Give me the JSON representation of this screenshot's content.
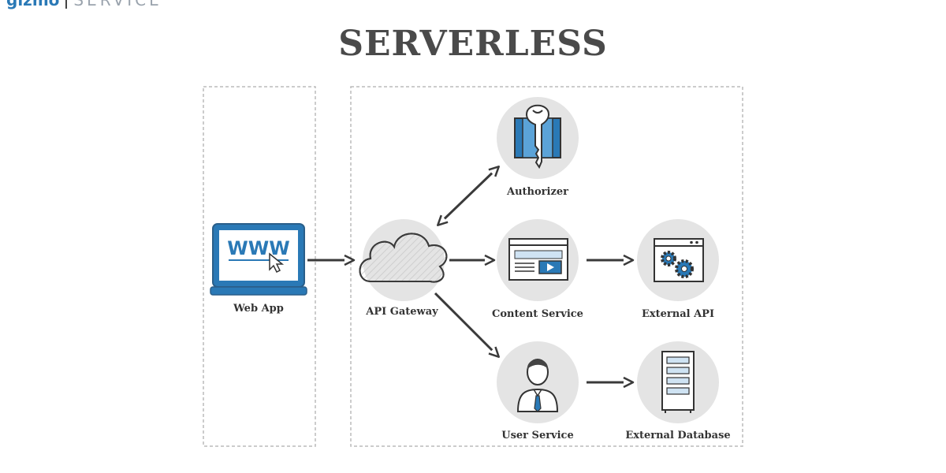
{
  "brand": {
    "name": "gizmo",
    "suffix": "SERVICE"
  },
  "title": "SERVERLESS",
  "nodes": {
    "web_app": "Web App",
    "api_gateway": "API Gateway",
    "authorizer": "Authorizer",
    "content_service": "Content Service",
    "external_api": "External API",
    "user_service": "User Service",
    "external_database": "External Database"
  },
  "icons": {
    "web_app": "laptop-www-icon",
    "api_gateway": "cloud-icon",
    "authorizer": "key-icon",
    "content_service": "browser-video-icon",
    "external_api": "gears-window-icon",
    "user_service": "user-icon",
    "external_database": "server-rack-icon"
  },
  "laptop_text": "WWW",
  "colors": {
    "accent": "#2a79b6",
    "circle": "#e4e4e4",
    "outline": "#3a3a3a",
    "title": "#4a4a4a"
  }
}
